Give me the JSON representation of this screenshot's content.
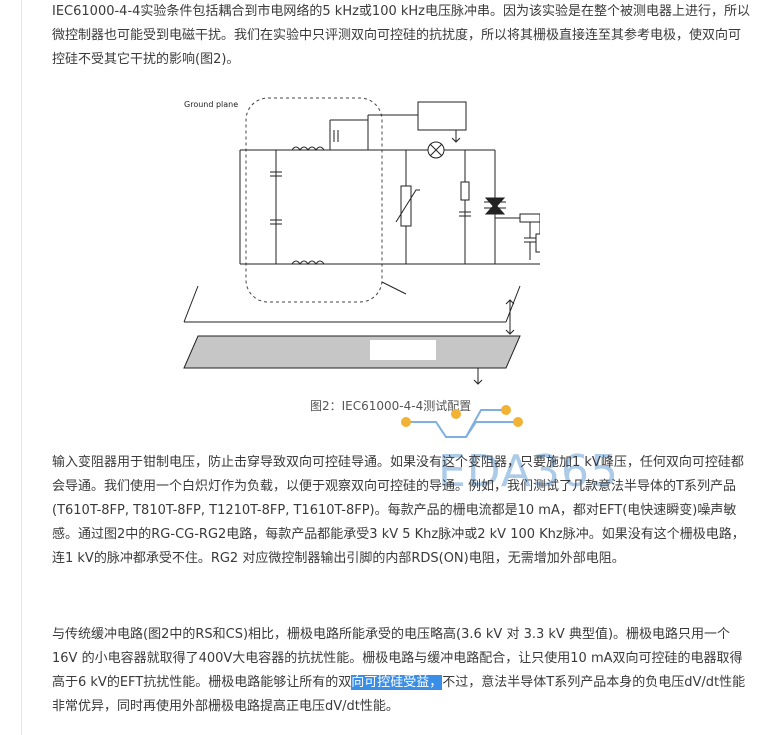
{
  "article": {
    "p1": "IEC61000-4-4实验条件包括耦合到市电网络的5 kHz或100 kHz电压脉冲串。因为该实验是在整个被测电器上进行，所以微控制器也可能受到电磁干扰。我们在实验中只评测双向可控硅的抗扰度，所以将其栅极直接连至其参考电极，使双向可控硅不受其它干扰的影响(图2)。",
    "caption": "图2：IEC61000-4-4测试配置",
    "p2": "输入变阻器用于钳制电压，防止击穿导致双向可控硅导通。如果没有这个变阻器，只要施加1 kV峰压，任何双向可控硅都会导通。我们使用一个白炽灯作为负载，以便于观察双向可控硅的导通。例如，我们测试了几款意法半导体的T系列产品(T610T-8FP, T810T-8FP, T1210T-8FP, T1610T-8FP)。每款产品的栅电流都是10 mA，都对EFT(电快速瞬变)噪声敏感。通过图2中的RG-CG-RG2电路，每款产品都能承受3 kV 5 Khz脉冲或2 kV 100 Khz脉冲。如果没有这个栅极电路，连1 kV的脉冲都承受不住。RG2 对应微控制器输出引脚的内部RDS(ON)电阻，无需增加外部电阻。",
    "p3_before": "与传统缓冲电路(图2中的RS和CS)相比，栅极电路所能承受的电压略高(3.6 kV 对 3.3 kV 典型值)。栅极电路只用一个16V 的小电容器就取得了400V大电容器的抗扰性能。栅极电路与缓冲电路配合，让只使用10 mA双向可控硅的电器取得高于6 kV的EFT抗扰性能。栅极电路能够让所有的双",
    "p3_highlight": "向可控硅受益，",
    "p3_after": "不过，意法半导体T系列产品本身的负电压dV/dt性能非常优异，同时再使用外部栅极电路提高正电压dV/dt性能。"
  },
  "figure": {
    "plane_label": "Ground plane",
    "colors": {
      "line": "#222222",
      "plane": "#c6c6c6",
      "dash": "#444444"
    }
  },
  "watermark": {
    "text": "EDA365",
    "colors": {
      "text": "#9ec2e4",
      "circuit": "#7fb0de",
      "dot": "#f2b233"
    }
  }
}
